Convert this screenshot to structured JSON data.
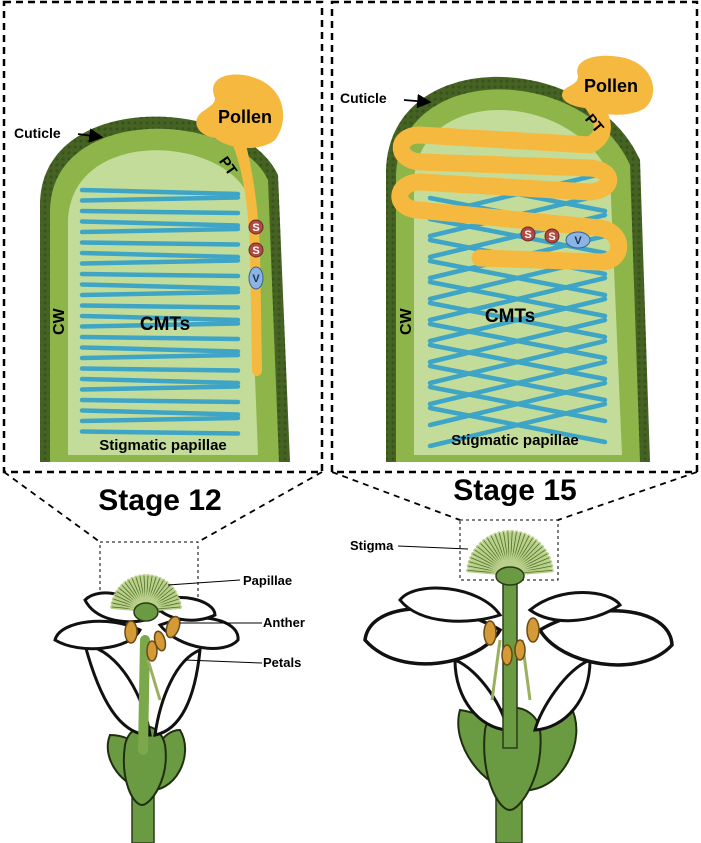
{
  "colors": {
    "cuticle": "#466324",
    "cell_wall": "#8db54a",
    "cytoplasm": "#c4dc9a",
    "microtubule": "#3ea5c7",
    "pollen": "#f6b940",
    "secretory_vesicle": "#b04a42",
    "vacuole": "#8ab4e4",
    "stem": "#6a9a42",
    "anther": "#d49a38"
  },
  "left_panel": {
    "cuticle": "Cuticle",
    "pollen": "Pollen",
    "pt": "PT",
    "cw": "CW",
    "cmts": "CMTs",
    "papillae_label": "Stigmatic papillae",
    "s1": "S",
    "s2": "S",
    "v": "V"
  },
  "right_panel": {
    "cuticle": "Cuticle",
    "pollen": "Pollen",
    "pt": "PT",
    "cw": "CW",
    "cmts": "CMTs",
    "papillae_label": "Stigmatic papillae",
    "s1": "S",
    "s2": "S",
    "v": "V"
  },
  "stage_left": "Stage 12",
  "stage_right": "Stage 15",
  "flower_left": {
    "papillae": "Papillae",
    "anther": "Anther",
    "petals": "Petals"
  },
  "flower_right": {
    "stigma": "Stigma"
  }
}
